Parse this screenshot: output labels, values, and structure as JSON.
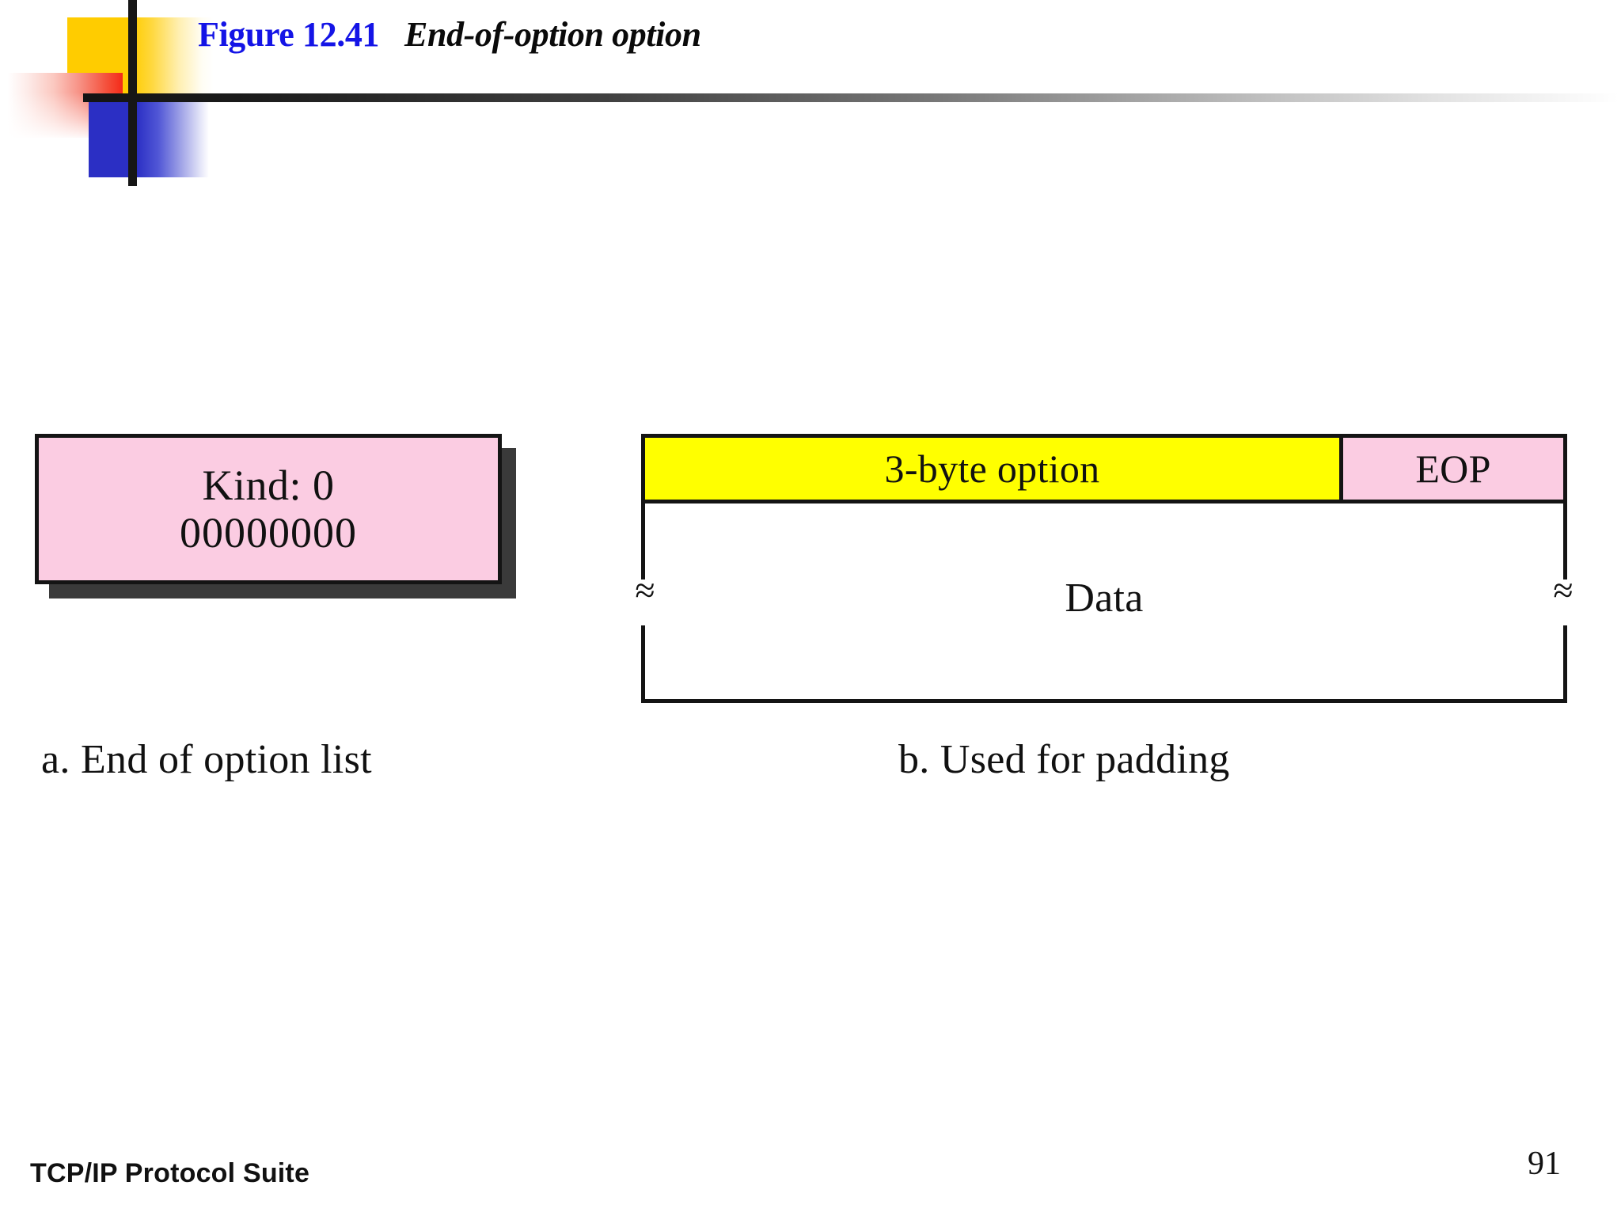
{
  "slide": {
    "title": {
      "figure_number": "Figure 12.41",
      "figure_caption": "End-of-option option",
      "figure_number_color": "#1414E6",
      "figure_caption_color": "#0a0a0a"
    },
    "decoration": {
      "yellow_swatch": "#FFCC00",
      "red_swatch": "#F42A18",
      "blue_swatch": "#2B2FC4",
      "rule_color": "#141414"
    }
  },
  "diagram": {
    "part_a": {
      "caption": "a. End of option list",
      "box": {
        "fill": "#FBCCE2",
        "border": "#141414",
        "lines": [
          "Kind: 0",
          "00000000"
        ]
      }
    },
    "part_b": {
      "caption": "b. Used for padding",
      "option_row": {
        "cells": [
          {
            "label": "3-byte option",
            "fill": "#FFFF00"
          },
          {
            "label": "EOP",
            "fill": "#FBCCE2"
          }
        ]
      },
      "data_box": {
        "label": "Data",
        "fill": "#ffffff",
        "break_mark": "≈"
      }
    }
  },
  "footer": {
    "brand": "TCP/IP Protocol Suite",
    "page_number": "91"
  }
}
